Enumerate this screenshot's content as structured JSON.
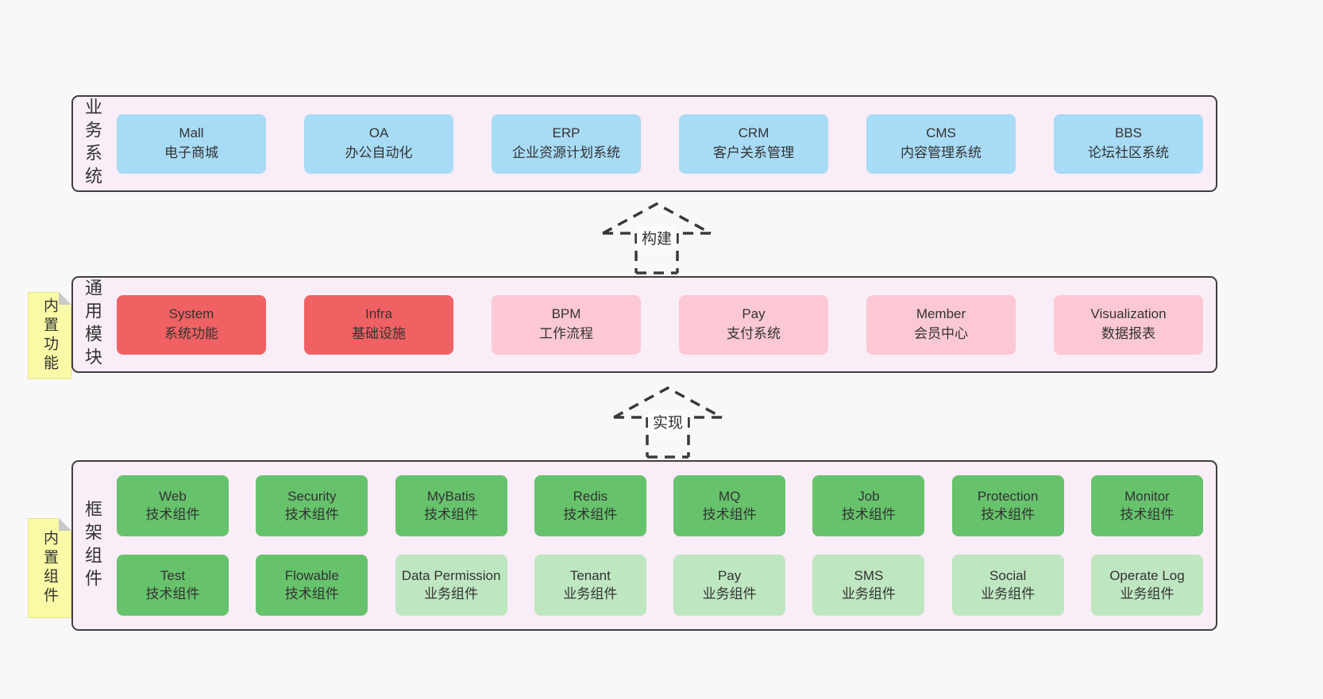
{
  "palette": {
    "page_bg": "#f8f8f8",
    "panel_bg": "#f9edf7",
    "panel_border": "#3f3f3f",
    "blue_box": "#a8dbf5",
    "red_box": "#f06163",
    "pink_box": "#fcc8d3",
    "green_box": "#67c26c",
    "light_green_box": "#bee6c0",
    "note_yellow": "#f9f9a6",
    "text": "#3a3a3a"
  },
  "arrows": [
    {
      "label": "构建"
    },
    {
      "label": "实现"
    }
  ],
  "sections": [
    {
      "label": "业务系统",
      "boxes": [
        {
          "title": "Mall",
          "subtitle": "电子商城",
          "variant": "blue"
        },
        {
          "title": "OA",
          "subtitle": "办公自动化",
          "variant": "blue"
        },
        {
          "title": "ERP",
          "subtitle": "企业资源计划系统",
          "variant": "blue"
        },
        {
          "title": "CRM",
          "subtitle": "客户关系管理",
          "variant": "blue"
        },
        {
          "title": "CMS",
          "subtitle": "内容管理系统",
          "variant": "blue"
        },
        {
          "title": "BBS",
          "subtitle": "论坛社区系统",
          "variant": "blue"
        }
      ]
    },
    {
      "label": "通用模块",
      "note": "内置功能",
      "boxes": [
        {
          "title": "System",
          "subtitle": "系统功能",
          "variant": "red"
        },
        {
          "title": "Infra",
          "subtitle": "基础设施",
          "variant": "red"
        },
        {
          "title": "BPM",
          "subtitle": "工作流程",
          "variant": "pink"
        },
        {
          "title": "Pay",
          "subtitle": "支付系统",
          "variant": "pink"
        },
        {
          "title": "Member",
          "subtitle": "会员中心",
          "variant": "pink"
        },
        {
          "title": "Visualization",
          "subtitle": "数据报表",
          "variant": "pink"
        }
      ]
    },
    {
      "label": "框架组件",
      "note": "内置组件",
      "rows": [
        [
          {
            "title": "Web",
            "subtitle": "技术组件",
            "variant": "green"
          },
          {
            "title": "Security",
            "subtitle": "技术组件",
            "variant": "green"
          },
          {
            "title": "MyBatis",
            "subtitle": "技术组件",
            "variant": "green"
          },
          {
            "title": "Redis",
            "subtitle": "技术组件",
            "variant": "green"
          },
          {
            "title": "MQ",
            "subtitle": "技术组件",
            "variant": "green"
          },
          {
            "title": "Job",
            "subtitle": "技术组件",
            "variant": "green"
          },
          {
            "title": "Protection",
            "subtitle": "技术组件",
            "variant": "green"
          },
          {
            "title": "Monitor",
            "subtitle": "技术组件",
            "variant": "green"
          }
        ],
        [
          {
            "title": "Test",
            "subtitle": "技术组件",
            "variant": "green"
          },
          {
            "title": "Flowable",
            "subtitle": "技术组件",
            "variant": "green"
          },
          {
            "title": "Data Permission",
            "subtitle": "业务组件",
            "variant": "light-green"
          },
          {
            "title": "Tenant",
            "subtitle": "业务组件",
            "variant": "light-green"
          },
          {
            "title": "Pay",
            "subtitle": "业务组件",
            "variant": "light-green"
          },
          {
            "title": "SMS",
            "subtitle": "业务组件",
            "variant": "light-green"
          },
          {
            "title": "Social",
            "subtitle": "业务组件",
            "variant": "light-green"
          },
          {
            "title": "Operate Log",
            "subtitle": "业务组件",
            "variant": "light-green"
          }
        ]
      ]
    }
  ]
}
